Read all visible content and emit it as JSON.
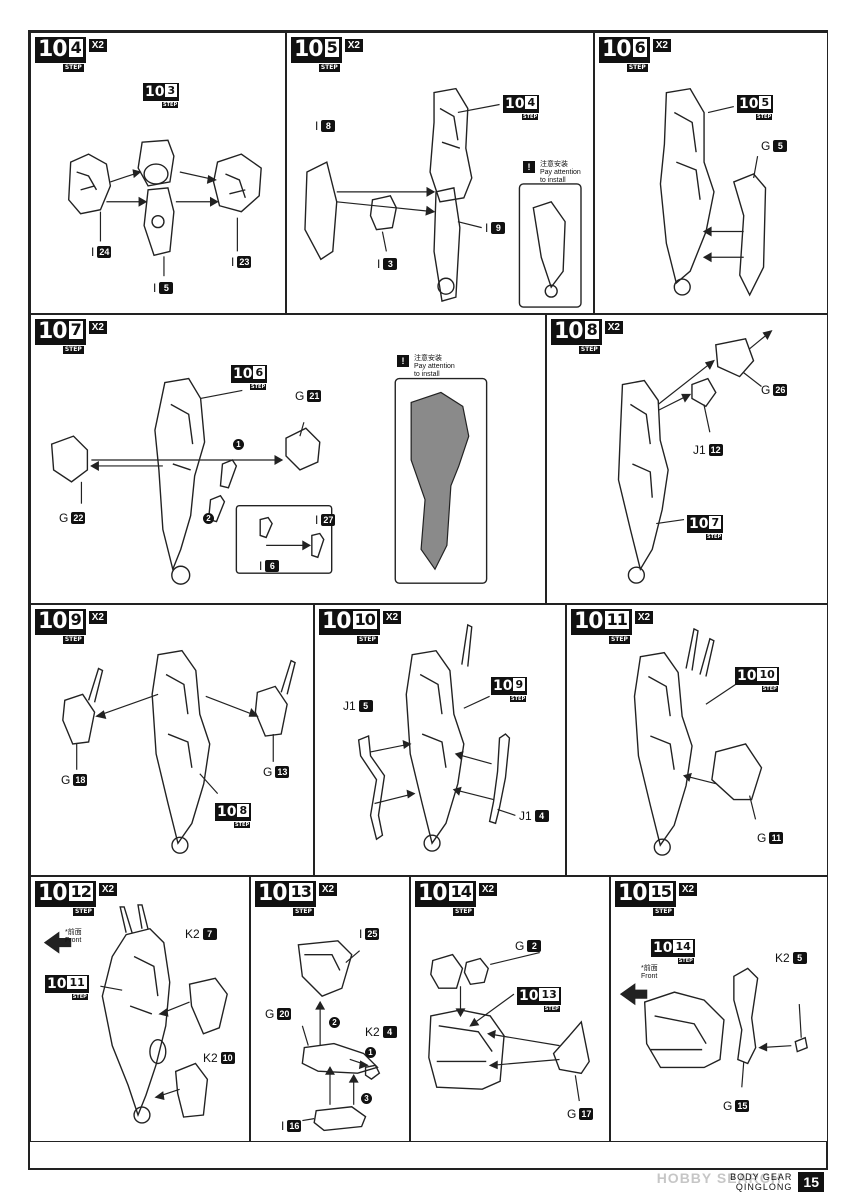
{
  "panels": [
    {
      "id": "s4",
      "badge": {
        "prefix": "10",
        "num": "4",
        "step": "STEP",
        "qty": "X2"
      },
      "refs": [
        {
          "prefix": "10",
          "num": "3",
          "step": "STEP"
        }
      ],
      "parts": [
        {
          "letter": "I",
          "num": "24"
        },
        {
          "letter": "I",
          "num": "5"
        },
        {
          "letter": "I",
          "num": "23"
        }
      ]
    },
    {
      "id": "s5",
      "badge": {
        "prefix": "10",
        "num": "5",
        "step": "STEP",
        "qty": "X2"
      },
      "refs": [
        {
          "prefix": "10",
          "num": "4",
          "step": "STEP"
        }
      ],
      "parts": [
        {
          "letter": "I",
          "num": "8"
        },
        {
          "letter": "I",
          "num": "3"
        },
        {
          "letter": "I",
          "num": "9"
        }
      ],
      "note": {
        "icon": "!",
        "cn": "注意安装",
        "en1": "Pay attention",
        "en2": "to install"
      }
    },
    {
      "id": "s6",
      "badge": {
        "prefix": "10",
        "num": "6",
        "step": "STEP",
        "qty": "X2"
      },
      "refs": [
        {
          "prefix": "10",
          "num": "5",
          "step": "STEP"
        }
      ],
      "parts": [
        {
          "letter": "G",
          "num": "5"
        }
      ]
    },
    {
      "id": "s7",
      "badge": {
        "prefix": "10",
        "num": "7",
        "step": "STEP",
        "qty": "X2"
      },
      "refs": [
        {
          "prefix": "10",
          "num": "6",
          "step": "STEP"
        }
      ],
      "parts": [
        {
          "letter": "G",
          "num": "21"
        },
        {
          "letter": "G",
          "num": "22"
        },
        {
          "letter": "I",
          "num": "27"
        },
        {
          "letter": "I",
          "num": "6"
        }
      ],
      "seq": [
        "1",
        "2"
      ],
      "note": {
        "icon": "!",
        "cn": "注意安装",
        "en1": "Pay attention",
        "en2": "to install"
      }
    },
    {
      "id": "s8",
      "badge": {
        "prefix": "10",
        "num": "8",
        "step": "STEP",
        "qty": "X2"
      },
      "refs": [
        {
          "prefix": "10",
          "num": "7",
          "step": "STEP"
        }
      ],
      "parts": [
        {
          "letter": "G",
          "num": "26"
        },
        {
          "letter": "J1",
          "num": "12"
        }
      ]
    },
    {
      "id": "s9",
      "badge": {
        "prefix": "10",
        "num": "9",
        "step": "STEP",
        "qty": "X2"
      },
      "refs": [
        {
          "prefix": "10",
          "num": "8",
          "step": "STEP"
        }
      ],
      "parts": [
        {
          "letter": "G",
          "num": "18"
        },
        {
          "letter": "G",
          "num": "13"
        }
      ]
    },
    {
      "id": "s10",
      "badge": {
        "prefix": "10",
        "num": "10",
        "step": "STEP",
        "qty": "X2"
      },
      "refs": [
        {
          "prefix": "10",
          "num": "9",
          "step": "STEP"
        }
      ],
      "parts": [
        {
          "letter": "J1",
          "num": "5"
        },
        {
          "letter": "J1",
          "num": "4"
        }
      ]
    },
    {
      "id": "s11",
      "badge": {
        "prefix": "10",
        "num": "11",
        "step": "STEP",
        "qty": "X2"
      },
      "refs": [
        {
          "prefix": "10",
          "num": "10",
          "step": "STEP"
        }
      ],
      "parts": [
        {
          "letter": "G",
          "num": "11"
        }
      ]
    },
    {
      "id": "s12",
      "badge": {
        "prefix": "10",
        "num": "12",
        "step": "STEP",
        "qty": "X2"
      },
      "refs": [
        {
          "prefix": "10",
          "num": "11",
          "step": "STEP"
        }
      ],
      "parts": [
        {
          "letter": "K2",
          "num": "7"
        },
        {
          "letter": "K2",
          "num": "10"
        }
      ],
      "front": {
        "cn": "*前面",
        "en": "Front"
      }
    },
    {
      "id": "s13",
      "badge": {
        "prefix": "10",
        "num": "13",
        "step": "STEP",
        "qty": "X2"
      },
      "refs": [],
      "parts": [
        {
          "letter": "I",
          "num": "25"
        },
        {
          "letter": "G",
          "num": "20"
        },
        {
          "letter": "K2",
          "num": "4"
        },
        {
          "letter": "I",
          "num": "16"
        }
      ],
      "seq": [
        "1",
        "2",
        "3"
      ]
    },
    {
      "id": "s14",
      "badge": {
        "prefix": "10",
        "num": "14",
        "step": "STEP",
        "qty": "X2"
      },
      "refs": [
        {
          "prefix": "10",
          "num": "13",
          "step": "STEP"
        }
      ],
      "parts": [
        {
          "letter": "G",
          "num": "2"
        },
        {
          "letter": "G",
          "num": "17"
        }
      ]
    },
    {
      "id": "s15",
      "badge": {
        "prefix": "10",
        "num": "15",
        "step": "STEP",
        "qty": "X2"
      },
      "refs": [
        {
          "prefix": "10",
          "num": "14",
          "step": "STEP"
        }
      ],
      "parts": [
        {
          "letter": "K2",
          "num": "5"
        },
        {
          "letter": "G",
          "num": "15"
        }
      ],
      "front": {
        "cn": "*前面",
        "en": "Front"
      }
    }
  ],
  "footer": {
    "line1": "BODY GEAR",
    "line2": "QINGLONG",
    "page": "15"
  },
  "watermark": "HOBBY SEARCH"
}
